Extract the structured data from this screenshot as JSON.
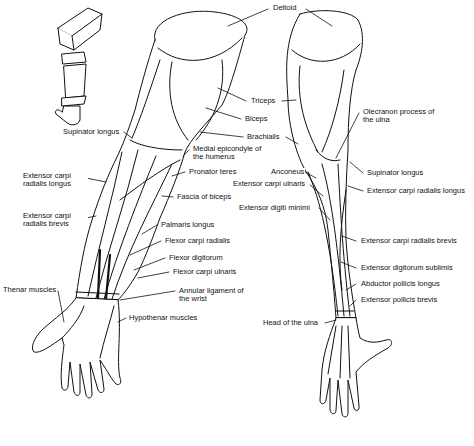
{
  "diagram": {
    "labels": [
      "Deltoid",
      "Triceps",
      "Biceps",
      "Brachialis",
      "Supinator longus",
      "Medial epicondyle of the humerus",
      "Olecranon process of the ulna",
      "Extensor carpi radialis longus",
      "Pronator teres",
      "Anconeus",
      "Supinator longus",
      "Extensor carpi ulnaris",
      "Fascia of biceps",
      "Extensor carpi radialis longus",
      "Extensor digiti minimi",
      "Extensor carpi radialis brevis",
      "Palmaris longus",
      "Extensor carpi radialis brevis",
      "Flexor carpi radialis",
      "Flexor digitorum",
      "Extensor digitorum sublimis",
      "Flexor carpi ulnaris",
      "Abductor pollicis longus",
      "Thenar muscles",
      "Annular ligament of the wrist",
      "Extensor pollicis brevis",
      "Hypothenar muscles",
      "Head of the ulna"
    ]
  }
}
